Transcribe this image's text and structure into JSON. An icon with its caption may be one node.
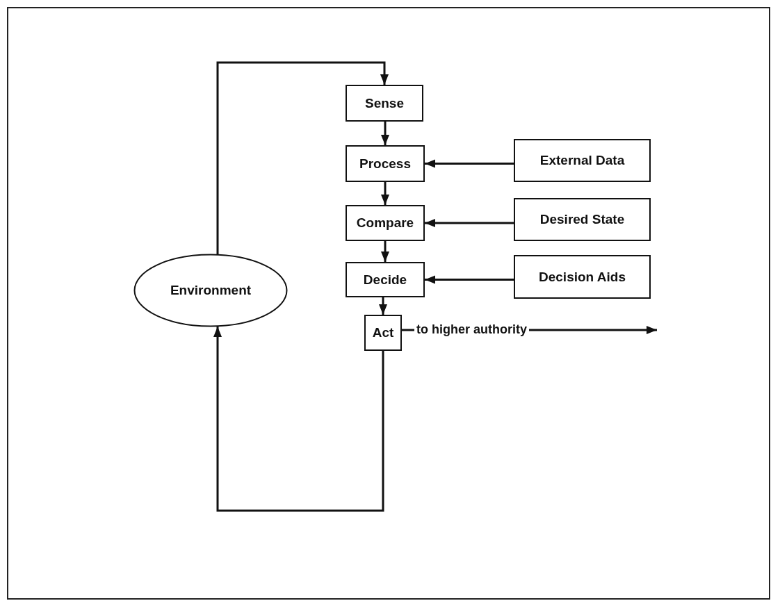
{
  "diagram": {
    "nodes": [
      {
        "text": [
          "Sense"
        ]
      },
      {
        "text": [
          "Process"
        ]
      },
      {
        "text": [
          "External Data"
        ]
      },
      {
        "text": [
          "Compare"
        ]
      },
      {
        "text": [
          "Desired State"
        ]
      },
      {
        "text": [
          "Decide"
        ]
      },
      {
        "text": [
          "Decision Aids"
        ]
      },
      {
        "text": [
          "Act"
        ]
      },
      {
        "text": [
          "Environment"
        ]
      }
    ],
    "edges": [
      {
        "from": 8,
        "to": 0,
        "arrow": "to"
      },
      {
        "from": 0,
        "to": 1,
        "arrow": "to"
      },
      {
        "from": 1,
        "to": 3,
        "arrow": "to"
      },
      {
        "from": 3,
        "to": 5,
        "arrow": "to"
      },
      {
        "from": 5,
        "to": 7,
        "arrow": "to"
      },
      {
        "from": 2,
        "to": 1,
        "arrow": "to"
      },
      {
        "from": 4,
        "to": 3,
        "arrow": "to"
      },
      {
        "from": 6,
        "to": 5,
        "arrow": "to"
      },
      {
        "from": 7,
        "to": 8,
        "arrow": "to"
      },
      {
        "from": 7,
        "to": null,
        "arrow": "to",
        "label": "to higher authority"
      }
    ]
  }
}
